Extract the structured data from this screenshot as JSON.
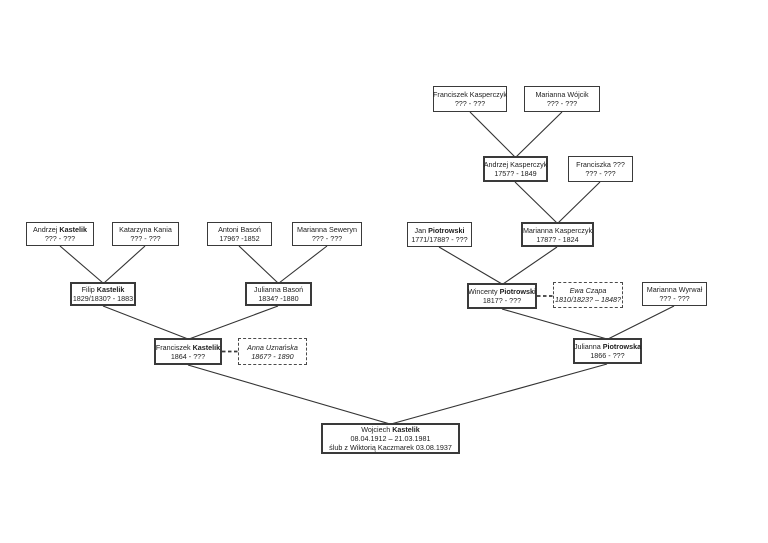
{
  "diagram": {
    "type": "family-tree",
    "background_color": "#ffffff",
    "line_color": "#333333",
    "box_border_color": "#3a3a3a"
  },
  "persons": {
    "franciszek_kasperczyk": {
      "name": "Franciszek Kasperczyk",
      "name_bold": "",
      "dates": "??? - ???"
    },
    "marianna_wojcik": {
      "name": "Marianna Wójcik",
      "name_bold": "",
      "dates": "??? - ???"
    },
    "andrzej_kasperczyk": {
      "name": "Andrzej Kasperczyk",
      "name_bold": "",
      "dates": "1757? - 1849"
    },
    "franciszka": {
      "name": "Franciszka ???",
      "name_bold": "",
      "dates": "??? - ???"
    },
    "jan_piotrowski": {
      "name": "Jan ",
      "name_bold": "Piotrowski",
      "dates": "1771/1788? - ???"
    },
    "marianna_kasperczyk": {
      "name": "Marianna Kasperczyk",
      "name_bold": "",
      "dates": "1787? - 1824"
    },
    "andrzej_kastelik": {
      "name": "Andrzej ",
      "name_bold": "Kastelik",
      "dates": "??? - ???"
    },
    "katarzyna_kania": {
      "name": "Katarzyna Kania",
      "name_bold": "",
      "dates": "??? - ???"
    },
    "antoni_bason": {
      "name": "Antoni Basoń",
      "name_bold": "",
      "dates": "1796? -1852"
    },
    "marianna_seweryn": {
      "name": "Marianna Seweryn",
      "name_bold": "",
      "dates": "??? - ???"
    },
    "filip_kastelik": {
      "name": "Filip ",
      "name_bold": "Kastelik",
      "dates": "1829/1830? - 1883"
    },
    "julianna_bason": {
      "name": "Julianna Basoń",
      "name_bold": "",
      "dates": "1834? -1880"
    },
    "wincenty_piotrowski": {
      "name": "Wincenty ",
      "name_bold": "Piotrowski",
      "dates": "1817? - ???"
    },
    "ewa_czapa": {
      "name": "Ewa Czapa",
      "name_bold": "",
      "dates": "1810/1823? – 1848?"
    },
    "marianna_wyrwal": {
      "name": "Marianna Wyrwał",
      "name_bold": "",
      "dates": "??? - ???"
    },
    "franciszek_kastelik": {
      "name": "Franciszek ",
      "name_bold": "Kastelik",
      "dates": "1864 - ???"
    },
    "anna_uznanska": {
      "name": "Anna Uznańska",
      "name_bold": "",
      "dates": "1867? - 1890"
    },
    "julianna_piotrowska": {
      "name": "Julianna ",
      "name_bold": "Piotrowska",
      "dates": "1866 - ???"
    },
    "wojciech_kastelik": {
      "name": "Wojciech ",
      "name_bold": "Kastelik",
      "dates": "08.04.1912 – 21.03.1981",
      "marriage": "ślub z Wiktorią Kaczmarek 03.08.1937"
    }
  }
}
